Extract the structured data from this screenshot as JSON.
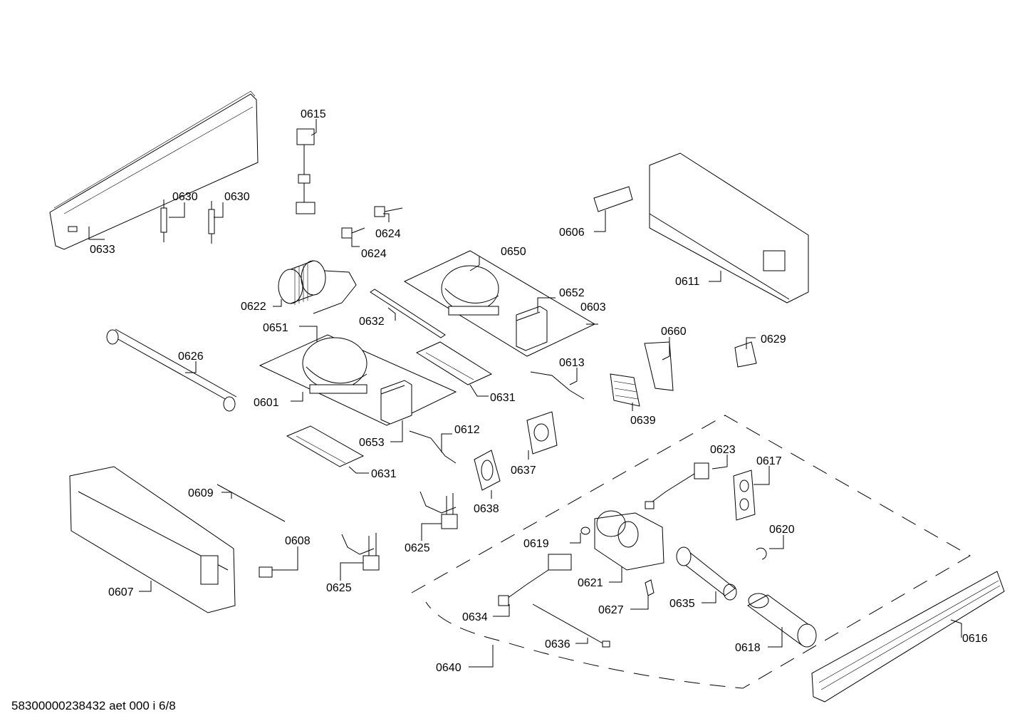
{
  "document_id": "58300000238432 aet 000 i 6/8",
  "labels": {
    "p0601": "0601",
    "p0603": "0603",
    "p0606": "0606",
    "p0607": "0607",
    "p0608": "0608",
    "p0609": "0609",
    "p0611": "0611",
    "p0612": "0612",
    "p0613": "0613",
    "p0615": "0615",
    "p0616": "0616",
    "p0617": "0617",
    "p0618": "0618",
    "p0619": "0619",
    "p0620": "0620",
    "p0621": "0621",
    "p0622": "0622",
    "p0623": "0623",
    "p0624a": "0624",
    "p0624b": "0624",
    "p0625a": "0625",
    "p0625b": "0625",
    "p0626": "0626",
    "p0627": "0627",
    "p0629": "0629",
    "p0630a": "0630",
    "p0630b": "0630",
    "p0631a": "0631",
    "p0631b": "0631",
    "p0632": "0632",
    "p0633": "0633",
    "p0634": "0634",
    "p0635": "0635",
    "p0636": "0636",
    "p0637": "0637",
    "p0638": "0638",
    "p0639": "0639",
    "p0640": "0640",
    "p0650": "0650",
    "p0651": "0651",
    "p0652": "0652",
    "p0653": "0653",
    "p0660": "0660"
  }
}
